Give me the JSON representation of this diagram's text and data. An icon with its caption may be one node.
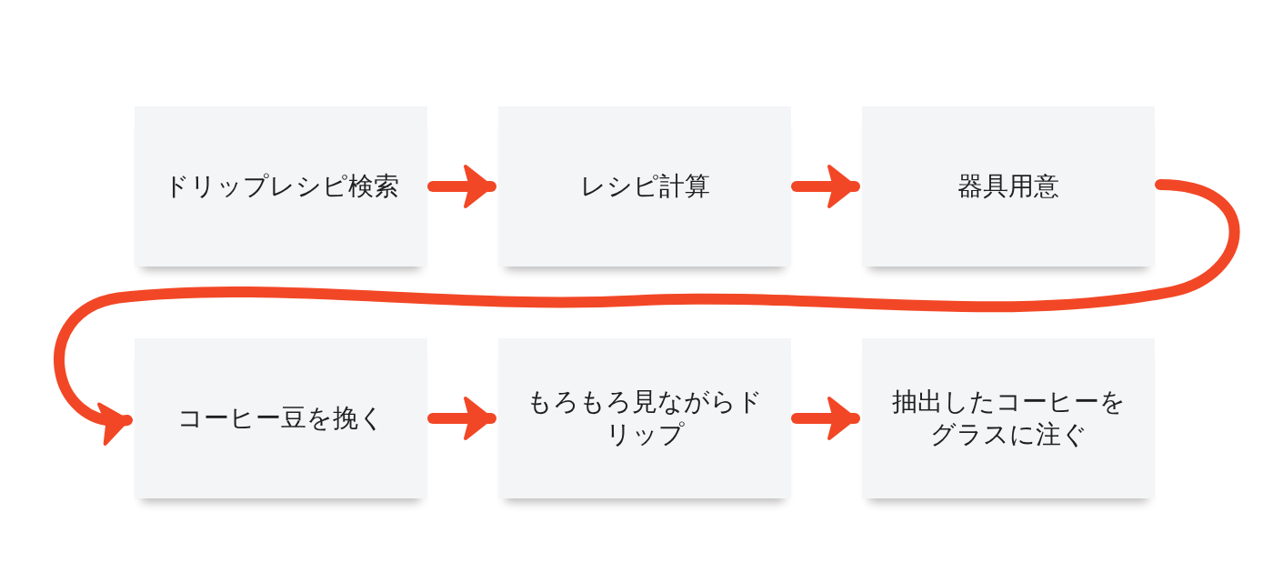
{
  "diagram": {
    "nodes": [
      {
        "text": [
          "ドリップレシピ検索"
        ]
      },
      {
        "text": [
          "レシピ計算"
        ]
      },
      {
        "text": [
          "器具用意"
        ]
      },
      {
        "text": [
          "コーヒー豆を挽く"
        ]
      },
      {
        "text": [
          "もろもろ見ながらドリップ"
        ]
      },
      {
        "text": [
          "抽出したコーヒーをグラスに注ぐ"
        ]
      }
    ],
    "edges": [
      {
        "from": 0,
        "to": 1,
        "arrow": "to"
      },
      {
        "from": 1,
        "to": 2,
        "arrow": "to"
      },
      {
        "from": 2,
        "to": 3,
        "arrow": "to"
      },
      {
        "from": 3,
        "to": 4,
        "arrow": "to"
      },
      {
        "from": 4,
        "to": 5,
        "arrow": "to"
      }
    ]
  }
}
